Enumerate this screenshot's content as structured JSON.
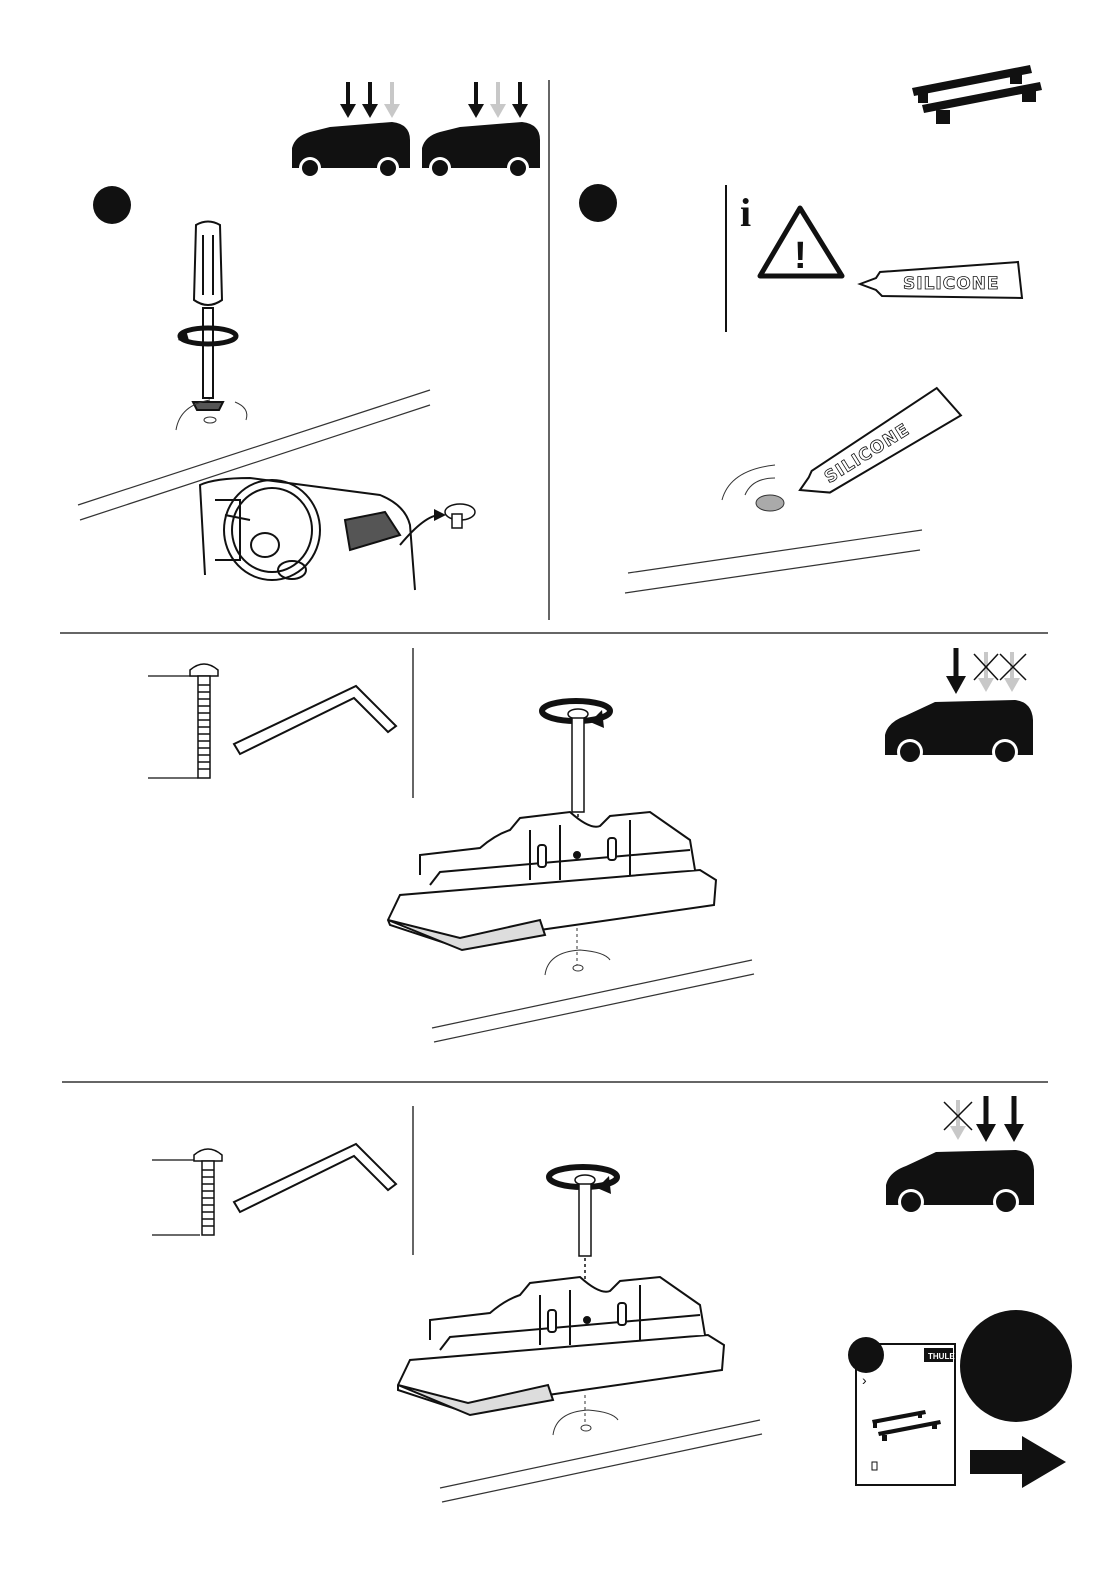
{
  "page": {
    "background": "#ffffff",
    "ink": "#111111",
    "grey_arrow": "#c8c8c8"
  },
  "info_icon": {
    "glyph": "i"
  },
  "warning_icon": {
    "glyph": "!"
  },
  "silicone_tube_label": "SILICONE",
  "silicone_tube_label_applied": "SILICONE",
  "thule_logo": "THULE",
  "booklet_chevron": "›",
  "icons": [
    "car-icon",
    "down-arrow-icon",
    "screwdriver-icon",
    "steering-wheel-icon",
    "roof-rack-icon",
    "info-icon",
    "warning-icon",
    "silicone-tube-icon",
    "bolt-icon",
    "allen-key-icon",
    "foot-pad-icon",
    "rotate-arrow-icon",
    "cross-icon",
    "booklet-icon",
    "next-arrow-icon"
  ]
}
